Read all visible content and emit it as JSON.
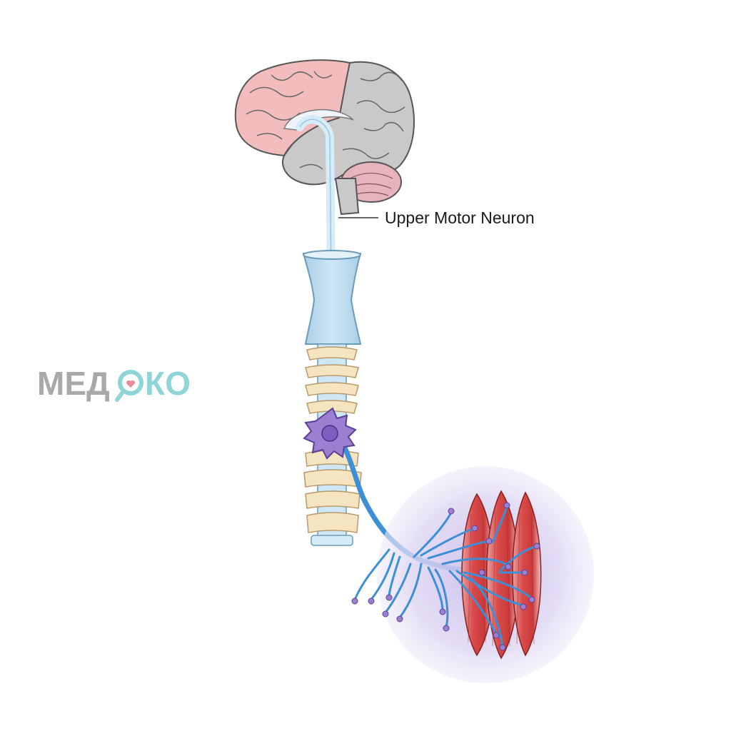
{
  "labels": {
    "upper_motor_neuron": "Upper Motor Neuron"
  },
  "watermark": {
    "text_part1": "МЕД",
    "text_part2": "КО",
    "color_gray": "#a9a9a9",
    "color_teal": "#8fd4d6",
    "heart_color": "#e88a9a"
  },
  "colors": {
    "brain_pink": "#f2bcbc",
    "brain_gray": "#c9c9c9",
    "cerebellum": "#e8b4bc",
    "tract": "#d6ecf8",
    "spinal_cord_blue": "#b9dcee",
    "vertebra": "#f5e4c0",
    "motor_neuron": "#9b7fd1",
    "axon_blue": "#3d8fd6",
    "muscle_red": "#d94a4a",
    "halo_purple": "#cfc4ea"
  }
}
